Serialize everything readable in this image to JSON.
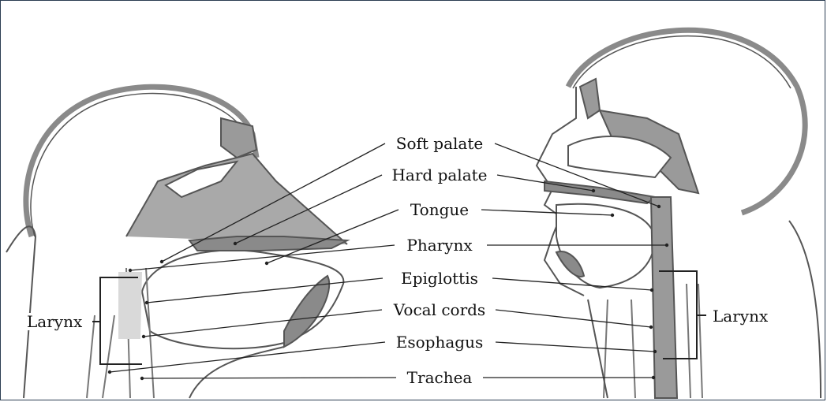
{
  "diagram": {
    "center_labels": [
      {
        "id": "soft-palate",
        "text": "Soft palate"
      },
      {
        "id": "hard-palate",
        "text": "Hard palate"
      },
      {
        "id": "tongue",
        "text": "Tongue"
      },
      {
        "id": "pharynx",
        "text": "Pharynx"
      },
      {
        "id": "epiglottis",
        "text": "Epiglottis"
      },
      {
        "id": "vocal-cords",
        "text": "Vocal cords"
      },
      {
        "id": "esophagus",
        "text": "Esophagus"
      },
      {
        "id": "trachea",
        "text": "Trachea"
      }
    ],
    "larynx_left": "Larynx",
    "larynx_right": "Larynx"
  },
  "colors": {
    "outline": "#555555",
    "fill_gray": "#9a9a9a",
    "light_gray": "#d9d9d9",
    "leader": "#222222",
    "border": "#2b3d52"
  }
}
